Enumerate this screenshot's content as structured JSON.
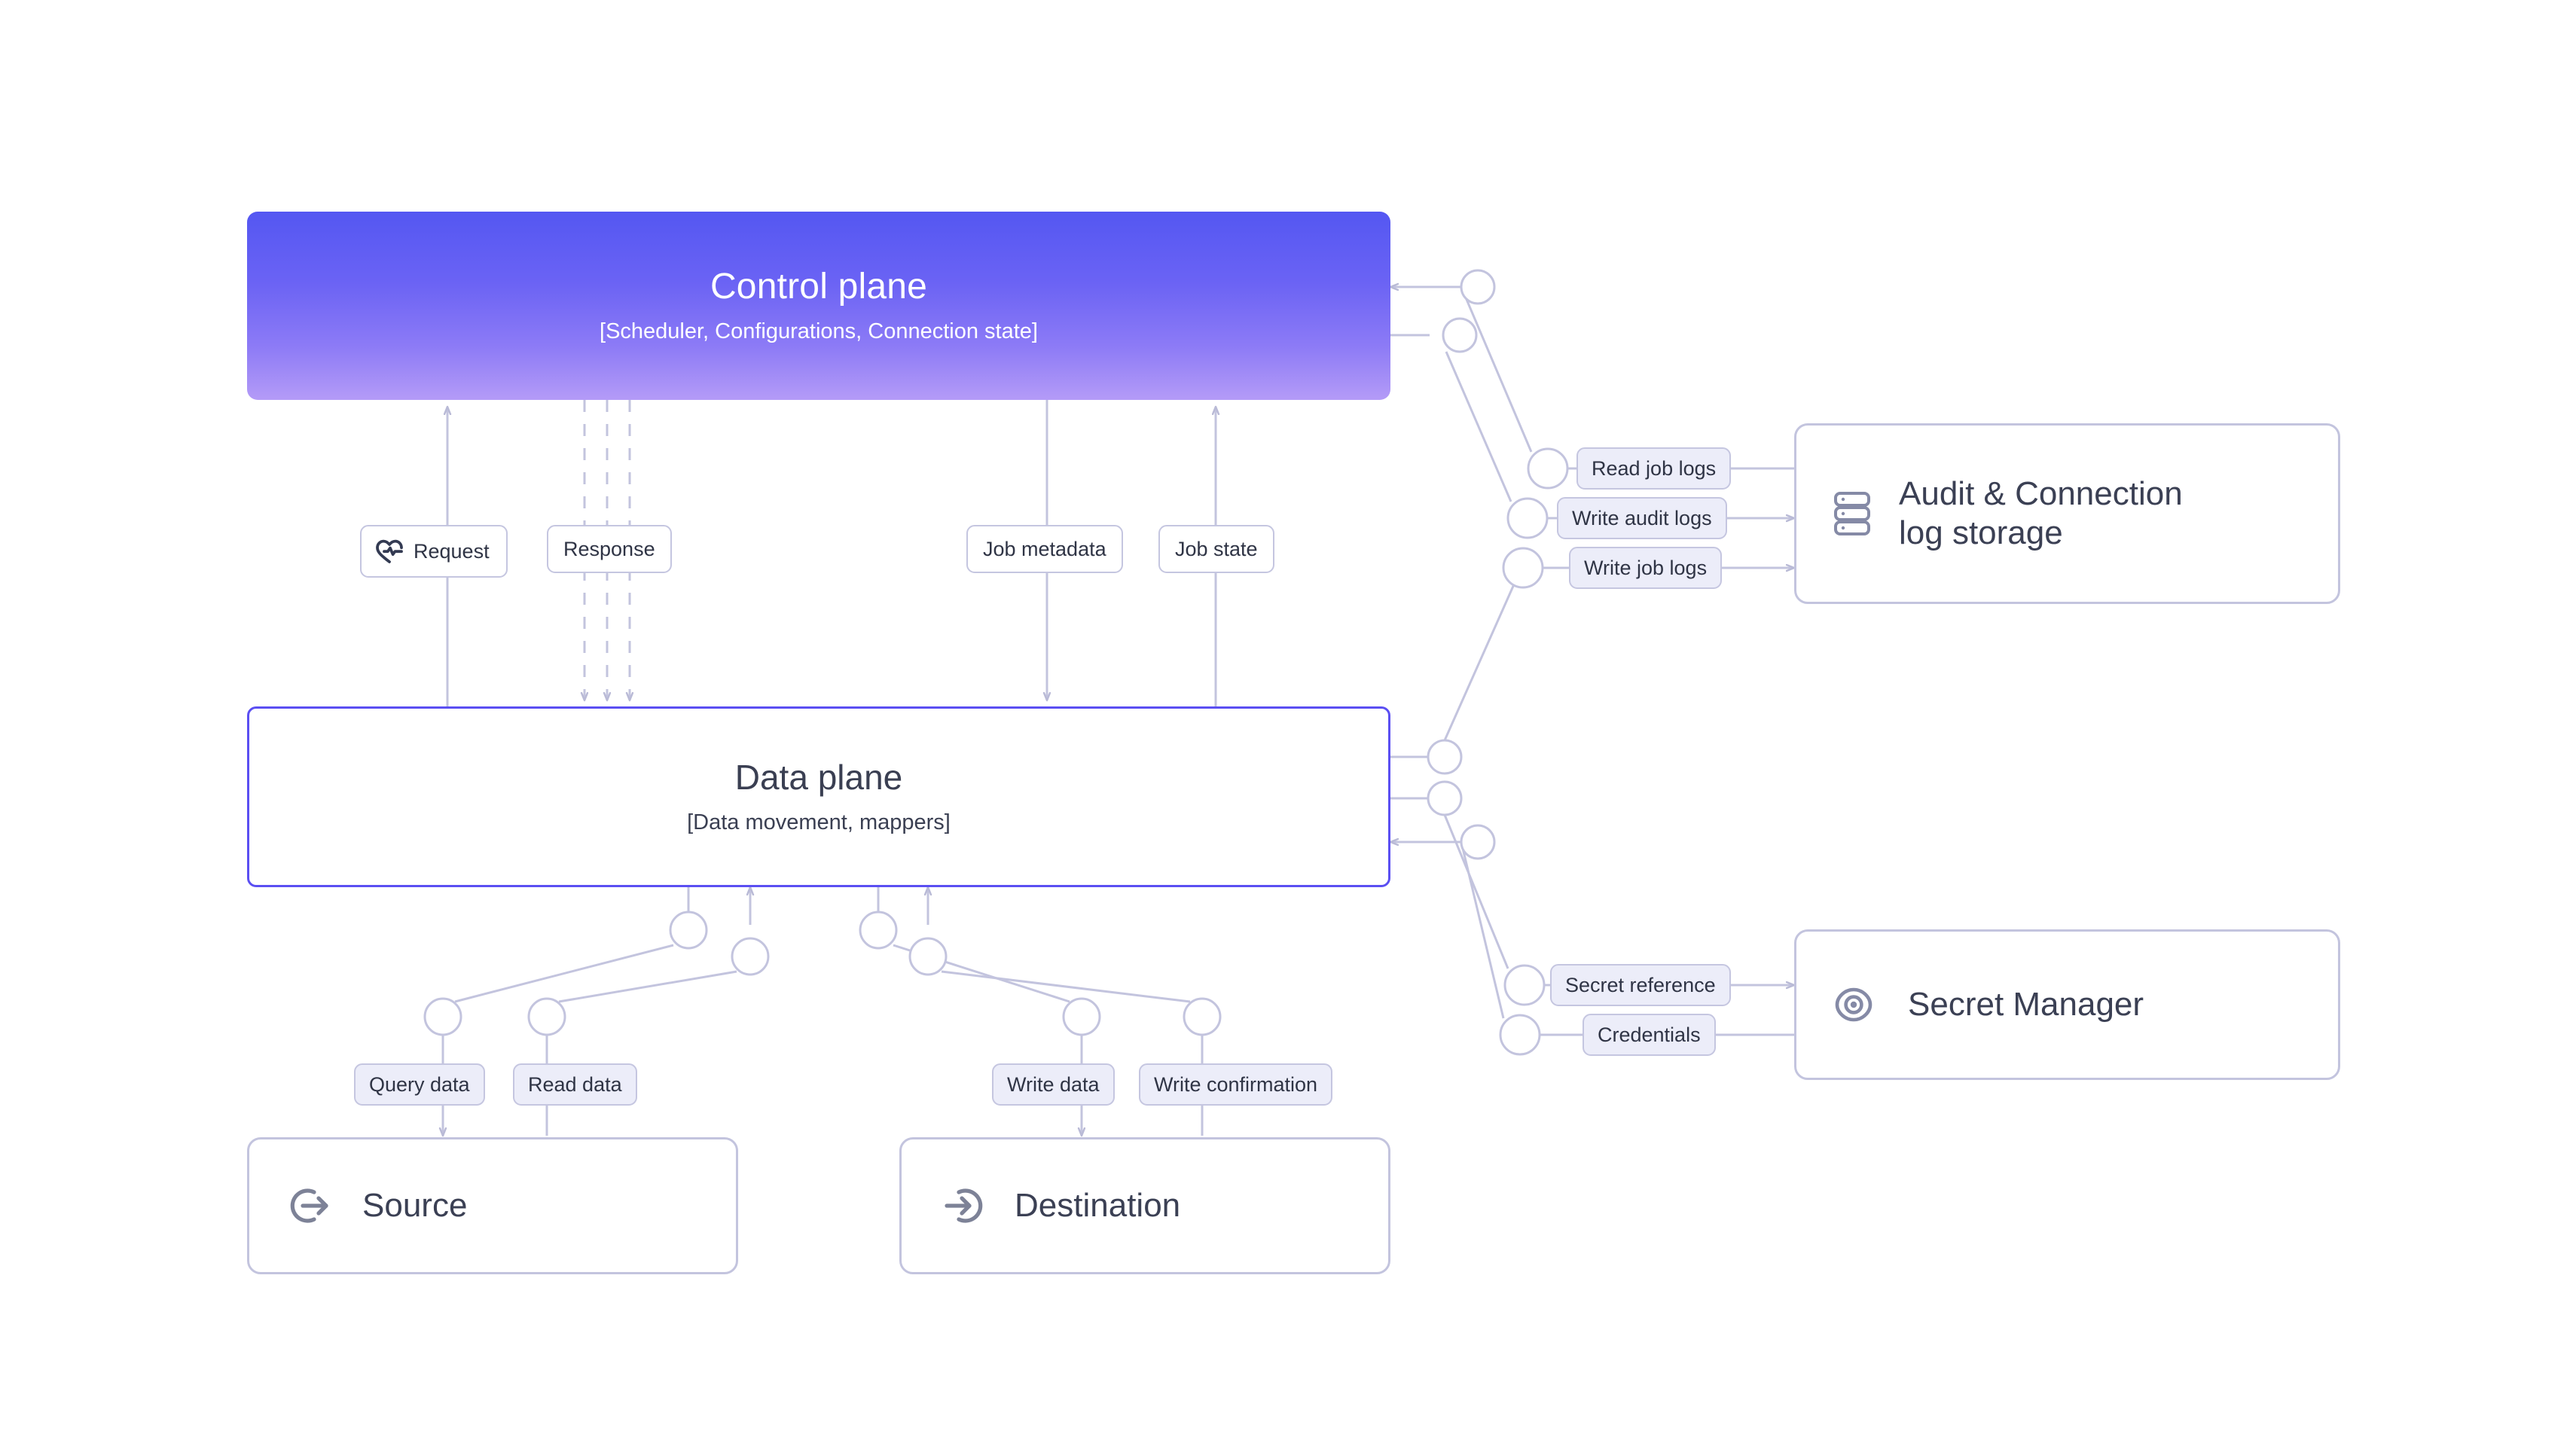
{
  "diagram": {
    "title": "Control plane / Data plane architecture",
    "colors": {
      "control_plane_gradient_top": "#5457f2",
      "control_plane_gradient_bottom": "#b49bf7",
      "data_plane_border": "#5b4ff2",
      "wire": "#c3c4de",
      "chip_tint": "#ecedf9",
      "chip_border": "#c5c6e0",
      "text_dark": "#3b4054",
      "background": "#ffffff"
    }
  },
  "nodes": {
    "control_plane": {
      "title": "Control plane",
      "subtitle": "[Scheduler, Configurations, Connection state]"
    },
    "data_plane": {
      "title": "Data plane",
      "subtitle": "[Data movement, mappers]"
    },
    "audit_log_storage": {
      "label": "Audit & Connection\nlog storage",
      "icon": "database-stack-icon"
    },
    "secret_manager": {
      "label": "Secret Manager",
      "icon": "eye-key-icon"
    },
    "source": {
      "label": "Source",
      "icon": "log-out-icon"
    },
    "destination": {
      "label": "Destination",
      "icon": "log-in-icon"
    }
  },
  "edge_labels": {
    "request": "Request",
    "request_icon": "heart-pulse-icon",
    "response": "Response",
    "job_metadata": "Job metadata",
    "job_state": "Job state",
    "read_job_logs": "Read job logs",
    "write_audit_logs": "Write audit logs",
    "write_job_logs": "Write job logs",
    "secret_reference": "Secret reference",
    "credentials": "Credentials",
    "query_data": "Query data",
    "read_data": "Read data",
    "write_data": "Write data",
    "write_confirmation": "Write confirmation"
  },
  "edges": [
    {
      "from": "data_plane",
      "to": "control_plane",
      "label": "Request",
      "style": "solid",
      "direction": "up"
    },
    {
      "from": "control_plane",
      "to": "data_plane",
      "label": "Response",
      "style": "dashed-triple",
      "direction": "down"
    },
    {
      "from": "control_plane",
      "to": "data_plane",
      "label": "Job metadata",
      "style": "solid",
      "direction": "down"
    },
    {
      "from": "data_plane",
      "to": "control_plane",
      "label": "Job state",
      "style": "solid",
      "direction": "up"
    },
    {
      "from": "audit_log_storage",
      "to": "control_plane",
      "label": "Read job logs",
      "style": "solid",
      "direction": "left"
    },
    {
      "from": "control_plane",
      "to": "audit_log_storage",
      "label": "Write audit logs",
      "style": "solid",
      "direction": "right"
    },
    {
      "from": "data_plane",
      "to": "audit_log_storage",
      "label": "Write job logs",
      "style": "solid",
      "direction": "right"
    },
    {
      "from": "data_plane",
      "to": "secret_manager",
      "label": "Secret reference",
      "style": "solid",
      "direction": "right"
    },
    {
      "from": "secret_manager",
      "to": "data_plane",
      "label": "Credentials",
      "style": "solid",
      "direction": "left"
    },
    {
      "from": "data_plane",
      "to": "source",
      "label": "Query data",
      "style": "solid",
      "direction": "down"
    },
    {
      "from": "source",
      "to": "data_plane",
      "label": "Read data",
      "style": "solid",
      "direction": "up"
    },
    {
      "from": "data_plane",
      "to": "destination",
      "label": "Write data",
      "style": "solid",
      "direction": "down"
    },
    {
      "from": "destination",
      "to": "data_plane",
      "label": "Write confirmation",
      "style": "solid",
      "direction": "up"
    }
  ]
}
